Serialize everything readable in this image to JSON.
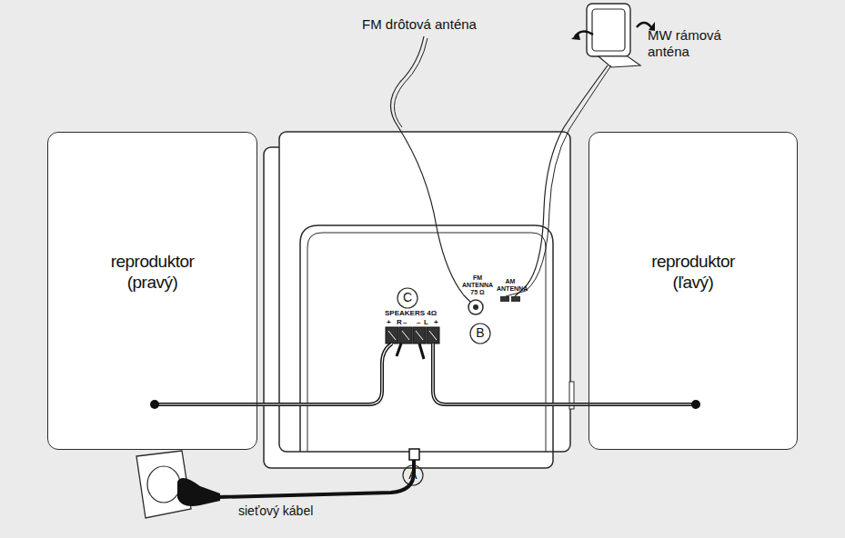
{
  "diagram": {
    "nodes": [
      {
        "text": [
          "reproduktor (pravý)"
        ]
      },
      {
        "text": [
          "reproduktor (ľavý)"
        ]
      }
    ],
    "labels": [
      "FM drôtová anténa",
      "MW rámová anténa",
      "C",
      "B",
      "A",
      "SPEAKERS 4Ω",
      "+",
      "R",
      "–",
      "–",
      "L",
      "+",
      "FM ANTENNA 75 Ω",
      "AM ANTENNA",
      "sieťový kábel"
    ]
  }
}
